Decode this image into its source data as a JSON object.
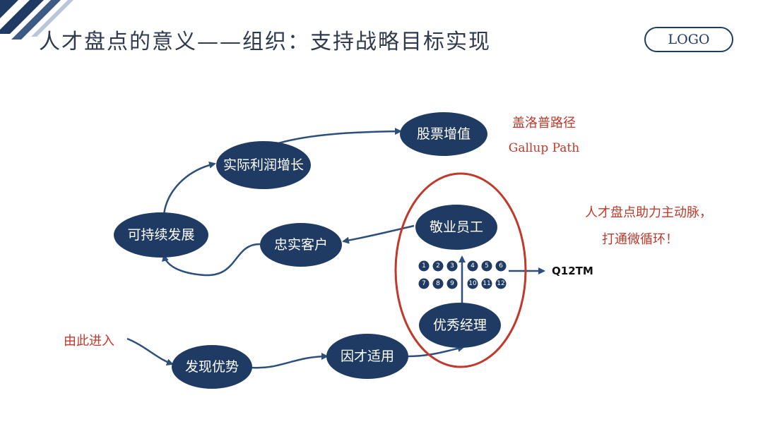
{
  "title": "人才盘点的意义——组织：支持战略目标实现",
  "logo": "LOGO",
  "nodes": {
    "gupiao": "股票增值",
    "lirun": "实际利润增长",
    "kechixu": "可持续发展",
    "zhongshi": "忠实客户",
    "jingye": "敬业员工",
    "youxiu": "优秀经理",
    "yincai": "因才适用",
    "faxian": "发现优势"
  },
  "annotations": {
    "gallup_cn": "盖洛普路径",
    "gallup_en": "Gallup Path",
    "help_line1": "人才盘点助力主动脉，",
    "help_line2": "打通微循环！",
    "entry": "由此进入",
    "q12": "Q12TM"
  },
  "q12_items": [
    "1",
    "2",
    "3",
    "4",
    "5",
    "6",
    "7",
    "8",
    "9",
    "10",
    "11",
    "12"
  ],
  "colors": {
    "node_fill": "#1f3b63",
    "arrow": "#2c4f7c",
    "red": "#c0392b",
    "title": "#2f3a4f"
  }
}
